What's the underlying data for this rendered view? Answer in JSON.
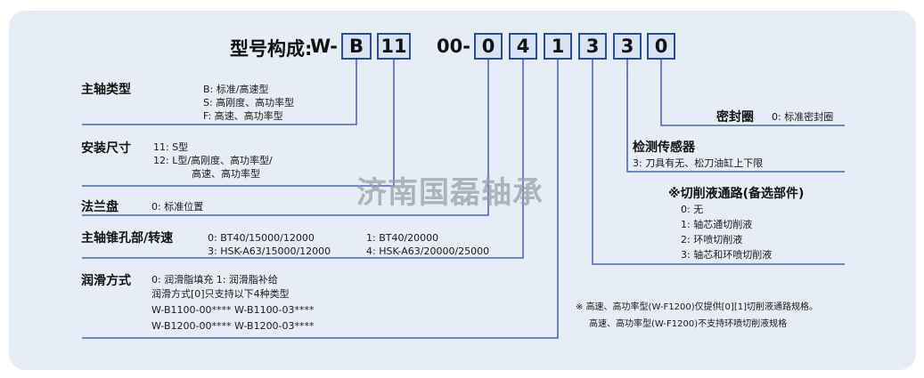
{
  "header": {
    "label": "型号构成:",
    "prefix": "W-",
    "middle": "00-",
    "codes": [
      "B",
      "11",
      "0",
      "4",
      "1",
      "3",
      "3",
      "0"
    ]
  },
  "left_sections": [
    {
      "title": "主轴类型",
      "lines": [
        "B: 标准/高速型",
        "S: 高刚度、高功率型",
        "F: 高速、高功率型"
      ]
    },
    {
      "title": "安装尺寸",
      "lines": [
        "11:   S型",
        "12:   L型/高刚度、高功率型/",
        "高速、高功率型"
      ]
    },
    {
      "title": "法兰盘",
      "lines": [
        "0: 标准位置"
      ]
    },
    {
      "title": "主轴锥孔部/转速",
      "lines": [
        "0: BT40/15000/12000",
        "1: BT40/20000",
        "3: HSK-A63/15000/12000",
        "4: HSK-A63/20000/25000"
      ]
    },
    {
      "title": "润滑方式",
      "lines": [
        "0: 润滑脂填充   1: 润滑脂补给",
        "润滑方式[0]只支持以下4种类型",
        "W-B1100-00****  W-B1100-03****",
        "W-B1200-00****  W-B1200-03****"
      ]
    }
  ],
  "right_sections": [
    {
      "title": "密封圈",
      "inline": "0: 标准密封圈"
    },
    {
      "title": "检测传感器",
      "lines": [
        "3: 刀具有无、松刀油缸上下限"
      ]
    },
    {
      "title": "※切削液通路(备选部件)",
      "lines": [
        "0: 无",
        "1: 轴芯通切削液",
        "2: 环喷切削液",
        "3: 轴芯和环喷切削液"
      ]
    }
  ],
  "notes": [
    "※ 高速、高功率型(W-F1200)仅提供[0][1]切削液通路规格。",
    "高速、高功率型(W-F1200)不支持环喷切削液规格"
  ],
  "watermark": "济南国磊轴承",
  "colors": {
    "panel": "#e7edf6",
    "box_border": "#2a4aa8",
    "box_fill": "#d9e3f5",
    "line": "#2a4aa8"
  }
}
